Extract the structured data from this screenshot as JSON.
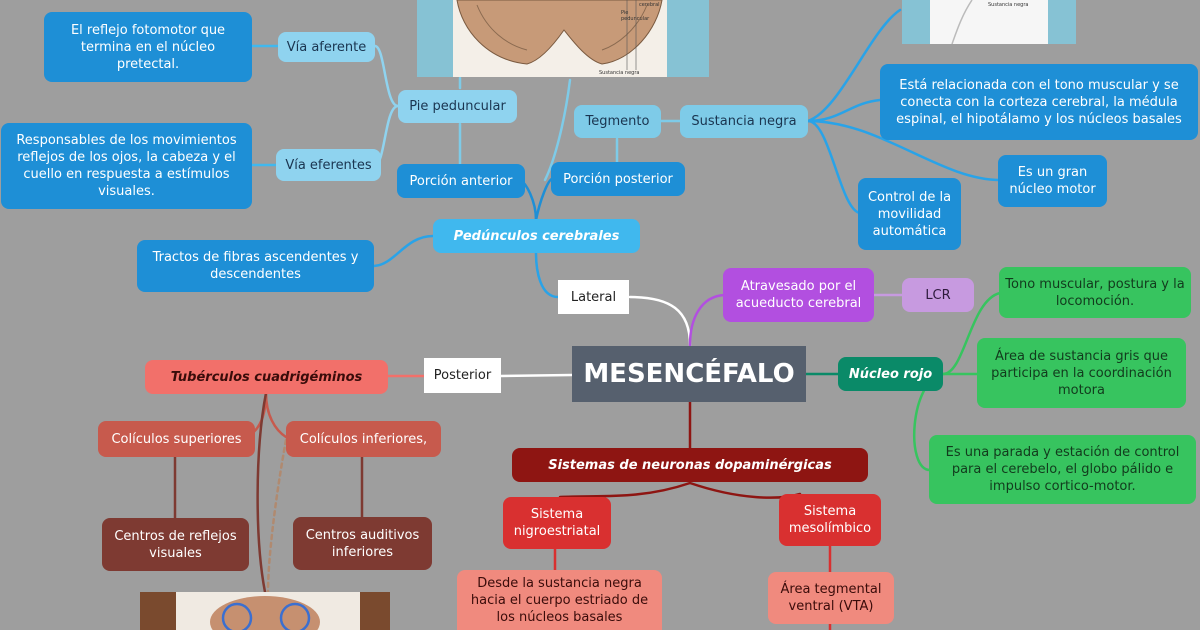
{
  "root": "MESENCÉFALO",
  "lateral": {
    "label": "Lateral",
    "pedunculos": "Pedúnculos cerebrales",
    "tractos": "Tractos de fibras ascendentes y descendentes",
    "porcion_anterior": "Porción anterior",
    "pie_peduncular": "Pie peduncular",
    "via_aferente": "Vía aferente",
    "via_aferente_desc": "El reflejo fotomotor que termina en el núcleo pretectal.",
    "via_eferentes": "Vía eferentes",
    "via_eferentes_desc": "Responsables de los movimientos reflejos de los ojos, la cabeza y el cuello en respuesta a estímulos visuales.",
    "porcion_posterior": "Porción posterior",
    "tegmento": "Tegmento",
    "sustancia_negra": "Sustancia negra",
    "sn_desc1": "Está relacionada con el tono muscular y se conecta con la corteza cerebral, la médula espinal, el hipotálamo y los núcleos basales",
    "sn_desc2": "Es un gran núcleo motor",
    "sn_desc3": "Control de la movilidad automática"
  },
  "atravesado": "Atravesado por el acueducto cerebral",
  "lcr": "LCR",
  "nucleo_rojo": {
    "label": "Núcleo rojo",
    "d1": "Tono muscular, postura y la locomoción.",
    "d2": "Área de sustancia gris que participa en la coordinación motora",
    "d3": "Es una parada y estación de control para el cerebelo, el globo pálido e impulso cortico-motor."
  },
  "posterior": {
    "label": "Posterior",
    "tuberculos": "Tubérculos cuadrigéminos",
    "superiores": "Colículos superiores",
    "inferiores": "Colículos inferiores,",
    "centros_visuales": "Centros de reflejos visuales",
    "centros_auditivos": "Centros auditivos inferiores"
  },
  "sistemas": {
    "label": "Sistemas de neuronas dopaminérgicas",
    "nigro": "Sistema nigroestriatal",
    "nigro_desc": "Desde la sustancia negra hacia el cuerpo estriado de los núcleos basales",
    "meso": "Sistema mesolímbico",
    "vta": "Área tegmental ventral (VTA)"
  },
  "image_labels": {
    "top1_a": "Pie",
    "top1_b": "peduncular",
    "top1_c": "Sustancia negra",
    "top1_d": "cerebral",
    "top2_a": "Sustancia negra"
  },
  "colors": {
    "blue_branch": "#1e8fd6",
    "purple_branch": "#b24fe0",
    "green_branch": "#0a8a68",
    "salmon_branch": "#f2706a",
    "red_branch": "#8e1512"
  }
}
